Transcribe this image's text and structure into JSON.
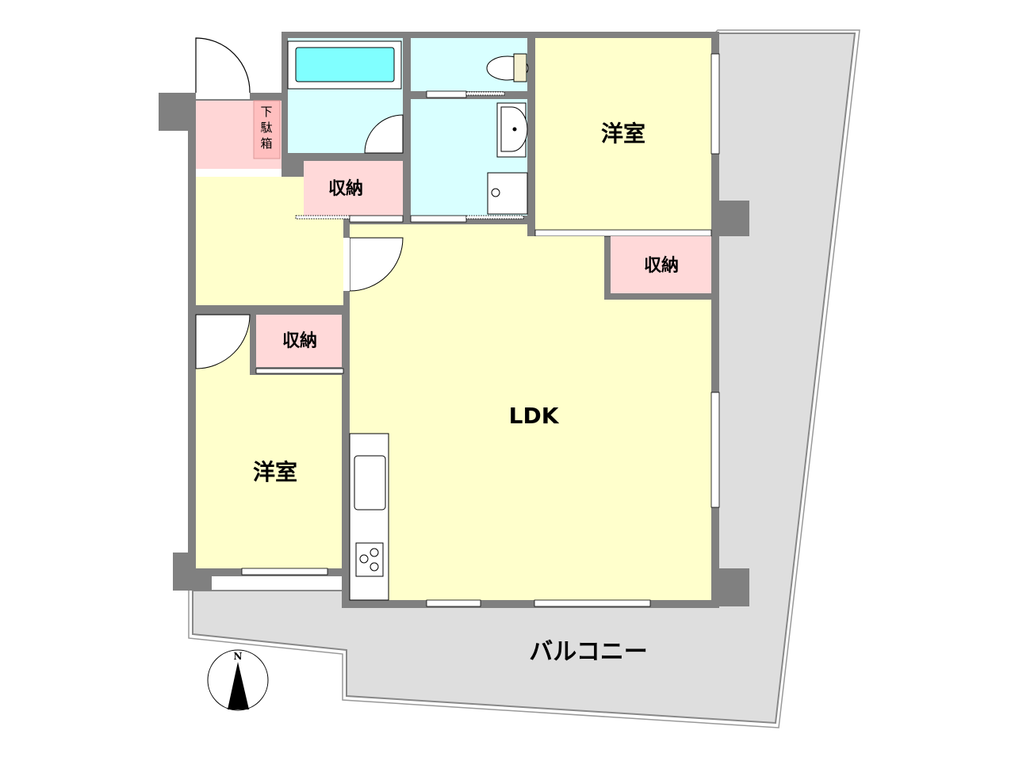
{
  "rooms": {
    "western_room_1": "洋室",
    "western_room_2": "洋室",
    "ldk": "LDK",
    "storage_1": "収納",
    "storage_2": "収納",
    "storage_3": "収納",
    "shoe_box": [
      "下",
      "駄",
      "箱"
    ],
    "balcony": "バルコニー"
  },
  "compass": {
    "north_label": "N"
  },
  "colors": {
    "wall": "#808080",
    "wet_area": "#d9ffff",
    "bathtub": "#80ffff",
    "living": "#ffffcc",
    "storage": "#ffd9d9",
    "shoe_box": "#ffbfbf",
    "balcony": "#dedede"
  }
}
